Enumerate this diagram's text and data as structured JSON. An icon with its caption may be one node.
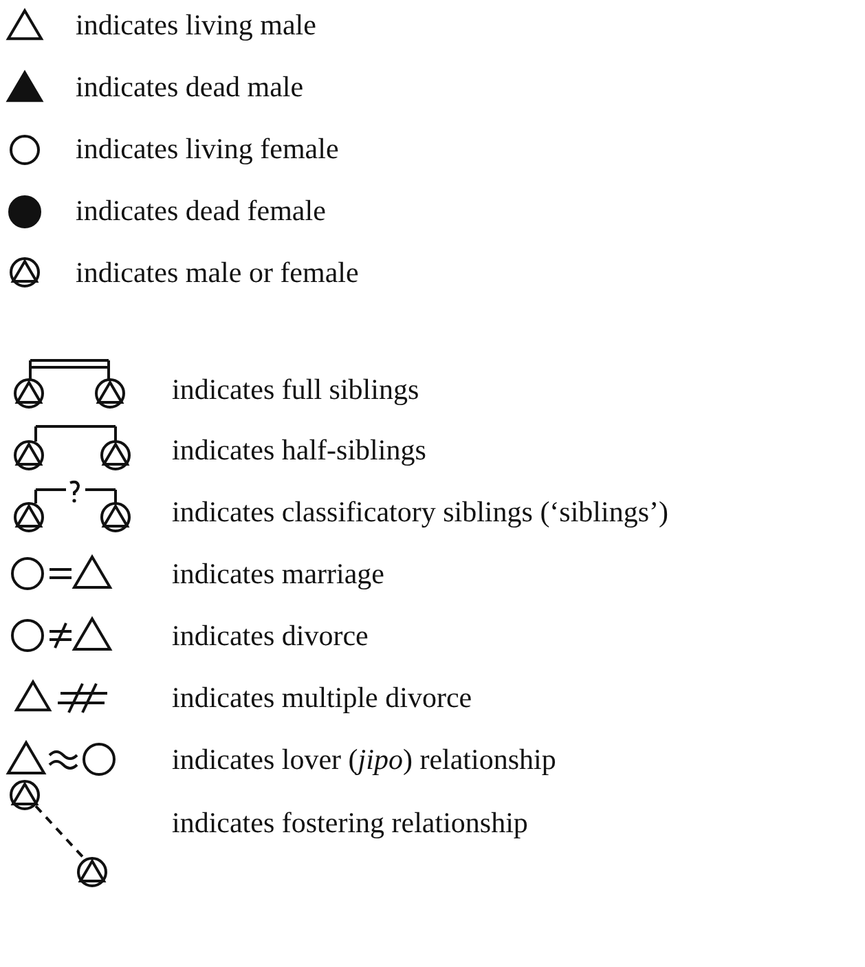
{
  "diagram": {
    "legend": [
      {
        "text": "indicates living male"
      },
      {
        "text": "indicates dead male"
      },
      {
        "text": "indicates living female"
      },
      {
        "text": "indicates dead female"
      },
      {
        "text": "indicates male or female"
      },
      {
        "text": "indicates full siblings"
      },
      {
        "text": "indicates half-siblings"
      },
      {
        "text": "indicates classificatory siblings (‘siblings’)"
      },
      {
        "text": "indicates marriage"
      },
      {
        "text": "indicates divorce"
      },
      {
        "text": "indicates multiple divorce"
      },
      {
        "text": "indicates lover (*jipo*) relationship"
      },
      {
        "text": "indicates fostering relationship"
      }
    ]
  }
}
